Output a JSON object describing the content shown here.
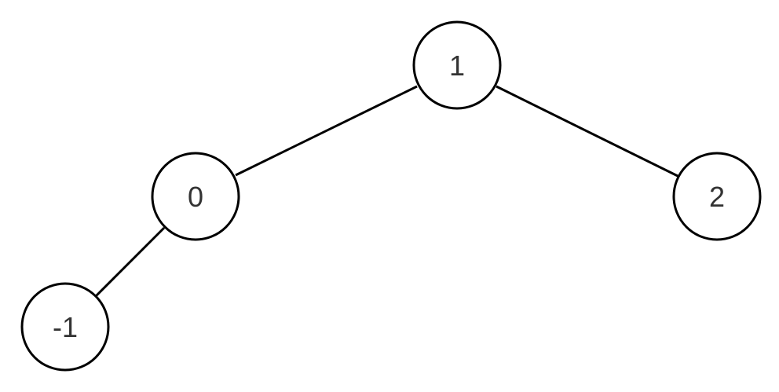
{
  "nodes": [
    {
      "id": "n1",
      "label": "1"
    },
    {
      "id": "n0",
      "label": "0"
    },
    {
      "id": "n2",
      "label": "2"
    },
    {
      "id": "nm1",
      "label": "-1"
    }
  ],
  "edges": [
    {
      "from": "n1",
      "to": "n0"
    },
    {
      "from": "n1",
      "to": "n2"
    },
    {
      "from": "n0",
      "to": "nm1"
    }
  ]
}
